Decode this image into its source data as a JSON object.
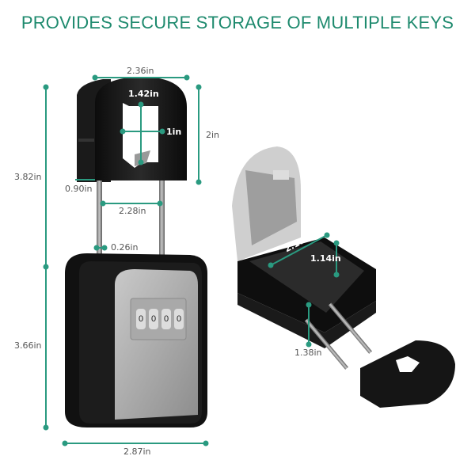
{
  "headline": "PROVIDES SECURE STORAGE OF MULTIPLE KEYS",
  "accent_color": "#2a9a80",
  "left_view": {
    "dimensions": {
      "shackle_width": "2.36in",
      "shackle_opening_width": "1.42in",
      "shackle_opening_height": "1in",
      "shackle_height": "2in",
      "total_height": "3.82in",
      "shackle_depth": "0.90in",
      "cable_spacing": "2.28in",
      "cable_diameter": "0.26in",
      "body_height": "3.66in",
      "body_width": "2.87in"
    },
    "combination_dials": [
      "0",
      "0",
      "0",
      "0"
    ]
  },
  "right_view": {
    "dimensions": {
      "interior_width": "2.17in",
      "interior_depth": "1.14in",
      "body_depth": "1.38in"
    }
  }
}
